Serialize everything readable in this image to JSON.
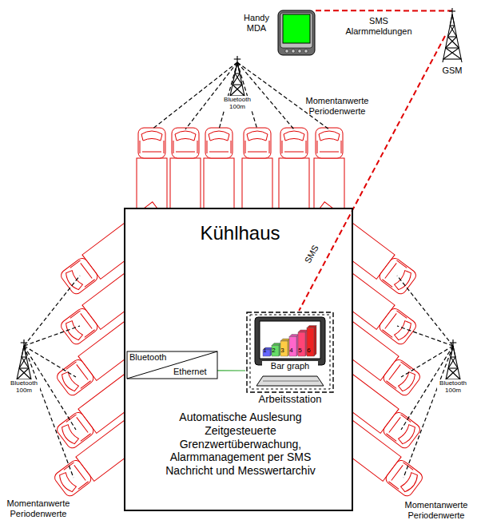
{
  "diagram": {
    "nodes": [
      {
        "text": [
          "Handy MDA"
        ]
      },
      {
        "text": [
          "GSM"
        ]
      },
      {
        "text": [
          "Bluetooth 100m"
        ]
      },
      {
        "text": [
          "Kühlhaus",
          "Automatische Auslesung Zeitgesteuerte Grenzwertüberwachung, Alarmmanagement per SMS Nachricht und Messwertarchiv"
        ]
      },
      {
        "text": [
          "Bluetooth",
          "Ethernet"
        ],
        "in": 3
      },
      {
        "text": [
          "Bar graph",
          "Arbeitsstation"
        ],
        "in": 3
      },
      {
        "text": [
          "Bluetooth 100m"
        ]
      },
      {
        "text": [
          "Bluetooth 100m"
        ]
      }
    ],
    "edges": [
      {
        "from": 0,
        "to": 1,
        "label": "SMS Alarmmeldungen",
        "arrow": "none"
      },
      {
        "from": 1,
        "to": 5,
        "label": "SMS",
        "arrow": "none"
      },
      {
        "from": 4,
        "to": 5,
        "arrow": "none"
      }
    ],
    "labels": [
      "Momentanwerte Periodenwerte",
      "Momentanwerte Periodenwerte",
      "Momentanwerte Periodenwerte",
      "1",
      "2",
      "3",
      "4",
      "5",
      "6"
    ]
  }
}
